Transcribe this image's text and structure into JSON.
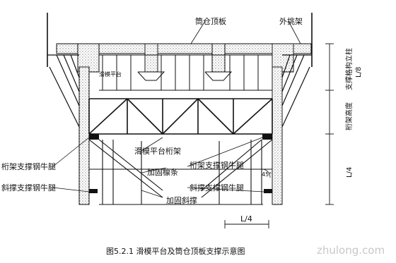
{
  "labels": {
    "roof_slab": "筒仓顶板",
    "outrigger": "外挑架",
    "platform_truss": "滑模平台桁架",
    "truss_bracket_left": "桁架支撑钢牛腿",
    "truss_bracket_right": "桁架支撑钢牛腿",
    "stiffener_purlin": "加固檩条",
    "brace_bracket_left": "斜撑支撑钢牛腿",
    "brace_bracket_right": "斜撑支撑钢牛腿",
    "reinforce_brace": "加固斜撑",
    "inner_note": "滑模平台",
    "angle": "45°"
  },
  "dimensions": {
    "dim_top": "L/8",
    "dim_top_side": "支撑格构立柱",
    "dim_mid": "桁架高度",
    "dim_lower": "L/4",
    "dim_bottom": "L/4"
  },
  "caption": "图5.2.1  滑模平台及筒仓顶板支撑示意图",
  "watermark": "zhulong.com"
}
